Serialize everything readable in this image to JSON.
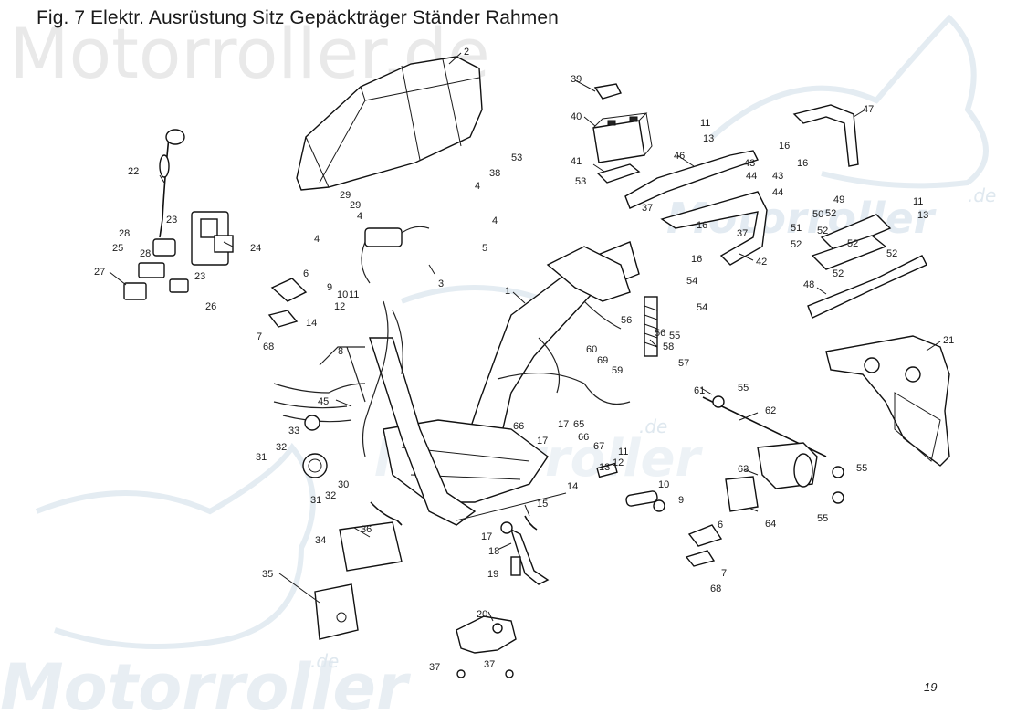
{
  "title": "Fig. 7 Elektr. Ausrüstung  Sitz Gepäckträger Ständer Rahmen",
  "watermark": {
    "brand": "Motorroller",
    "brand_de": "Motorroller.de",
    "suffix": ".de"
  },
  "page_number": "19",
  "callouts": {
    "c1": "1",
    "c2": "2",
    "c3": "3",
    "c4a": "4",
    "c4b": "4",
    "c4c": "4",
    "c4d": "4",
    "c5": "5",
    "c6a": "6",
    "c6b": "6",
    "c7a": "7",
    "c7b": "7",
    "c8": "8",
    "c9a": "9",
    "c9b": "9",
    "c10a": "10",
    "c10b": "10",
    "c11a": "11",
    "c11b": "11",
    "c11c": "11",
    "c11d": "11",
    "c12a": "12",
    "c12b": "12",
    "c13a": "13",
    "c13b": "13",
    "c13c": "13",
    "c14a": "14",
    "c14b": "14",
    "c15": "15",
    "c16a": "16",
    "c16b": "16",
    "c16c": "16",
    "c16d": "16",
    "c17a": "17",
    "c17b": "17",
    "c17c": "17",
    "c18": "18",
    "c19": "19",
    "c20": "20",
    "c21": "21",
    "c22": "22",
    "c23a": "23",
    "c23b": "23",
    "c24": "24",
    "c25": "25",
    "c26": "26",
    "c27": "27",
    "c28a": "28",
    "c28b": "28",
    "c29a": "29",
    "c29b": "29",
    "c30": "30",
    "c31a": "31",
    "c31b": "31",
    "c32a": "32",
    "c32b": "32",
    "c33": "33",
    "c34": "34",
    "c35": "35",
    "c36": "36",
    "c37a": "37",
    "c37b": "37",
    "c37c": "37",
    "c37d": "37",
    "c38": "38",
    "c39": "39",
    "c40": "40",
    "c41": "41",
    "c42": "42",
    "c43a": "43",
    "c43b": "43",
    "c44a": "44",
    "c44b": "44",
    "c45": "45",
    "c46": "46",
    "c47": "47",
    "c48": "48",
    "c49": "49",
    "c50": "50",
    "c51": "51",
    "c52a": "52",
    "c52b": "52",
    "c52c": "52",
    "c52d": "52",
    "c52e": "52",
    "c52f": "52",
    "c53a": "53",
    "c53b": "53",
    "c54a": "54",
    "c54b": "54",
    "c55a": "55",
    "c55b": "55",
    "c55c": "55",
    "c55d": "55",
    "c56a": "56",
    "c56b": "56",
    "c57": "57",
    "c58": "58",
    "c59": "59",
    "c60": "60",
    "c61": "61",
    "c62": "62",
    "c63": "63",
    "c64": "64",
    "c65": "65",
    "c66a": "66",
    "c66b": "66",
    "c67": "67",
    "c68a": "68",
    "c68b": "68",
    "c69": "69"
  }
}
